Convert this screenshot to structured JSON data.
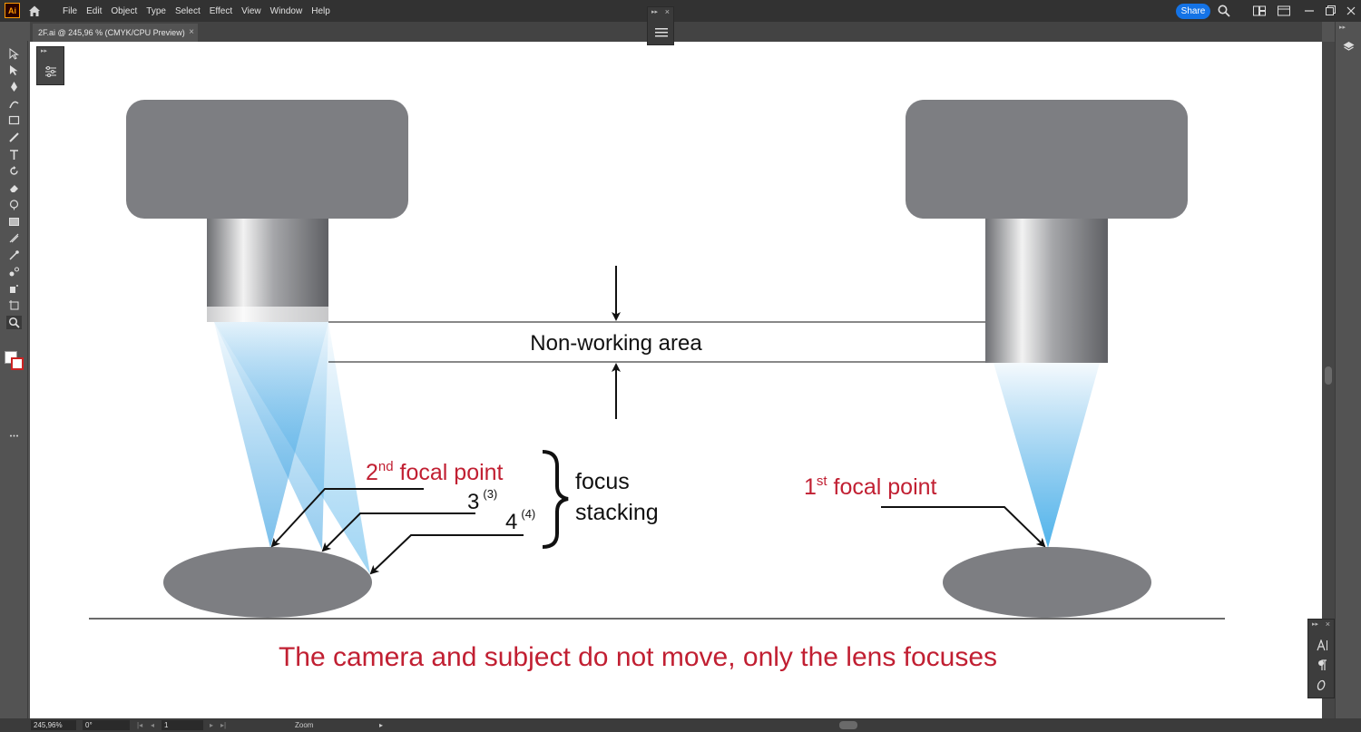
{
  "app": {
    "logo": "Ai",
    "menus": [
      "File",
      "Edit",
      "Object",
      "Type",
      "Select",
      "Effect",
      "View",
      "Window",
      "Help"
    ],
    "share_label": "Share"
  },
  "document": {
    "tab_title": "2F.ai @ 245,96 % (CMYK/CPU Preview)",
    "close_symbol": "×"
  },
  "artwork": {
    "non_working_label": "Non-working area",
    "second_focal": {
      "main": "2",
      "sup": "nd",
      "rest": " focal point"
    },
    "point3": {
      "main": "3",
      "sup": "(3)"
    },
    "point4": {
      "main": "4",
      "sup": "(4)"
    },
    "focus_line1": "focus",
    "focus_line2": "stacking",
    "first_focal": {
      "main": "1",
      "sup": "st",
      "rest": " focal point"
    },
    "caption": "The camera and subject do not move, only the lens focuses",
    "colors": {
      "camera_gray": "#7d7e82",
      "red_text": "#c11f32",
      "beam_blue": "#2e9be0"
    }
  },
  "statusbar": {
    "zoom": "245,96%",
    "rotation": "0°",
    "artboard": "1",
    "tool": "Zoom"
  },
  "icons": {
    "home": "home-icon",
    "search": "search-icon",
    "arrange": "arrange-documents-icon",
    "workspace": "workspace-icon",
    "minimize": "minimize-icon",
    "restore": "restore-icon",
    "close": "close-icon",
    "layers": "layers-icon",
    "properties": "properties-icon",
    "character": "character-icon",
    "paragraph": "paragraph-icon",
    "opentype": "opentype-icon"
  }
}
